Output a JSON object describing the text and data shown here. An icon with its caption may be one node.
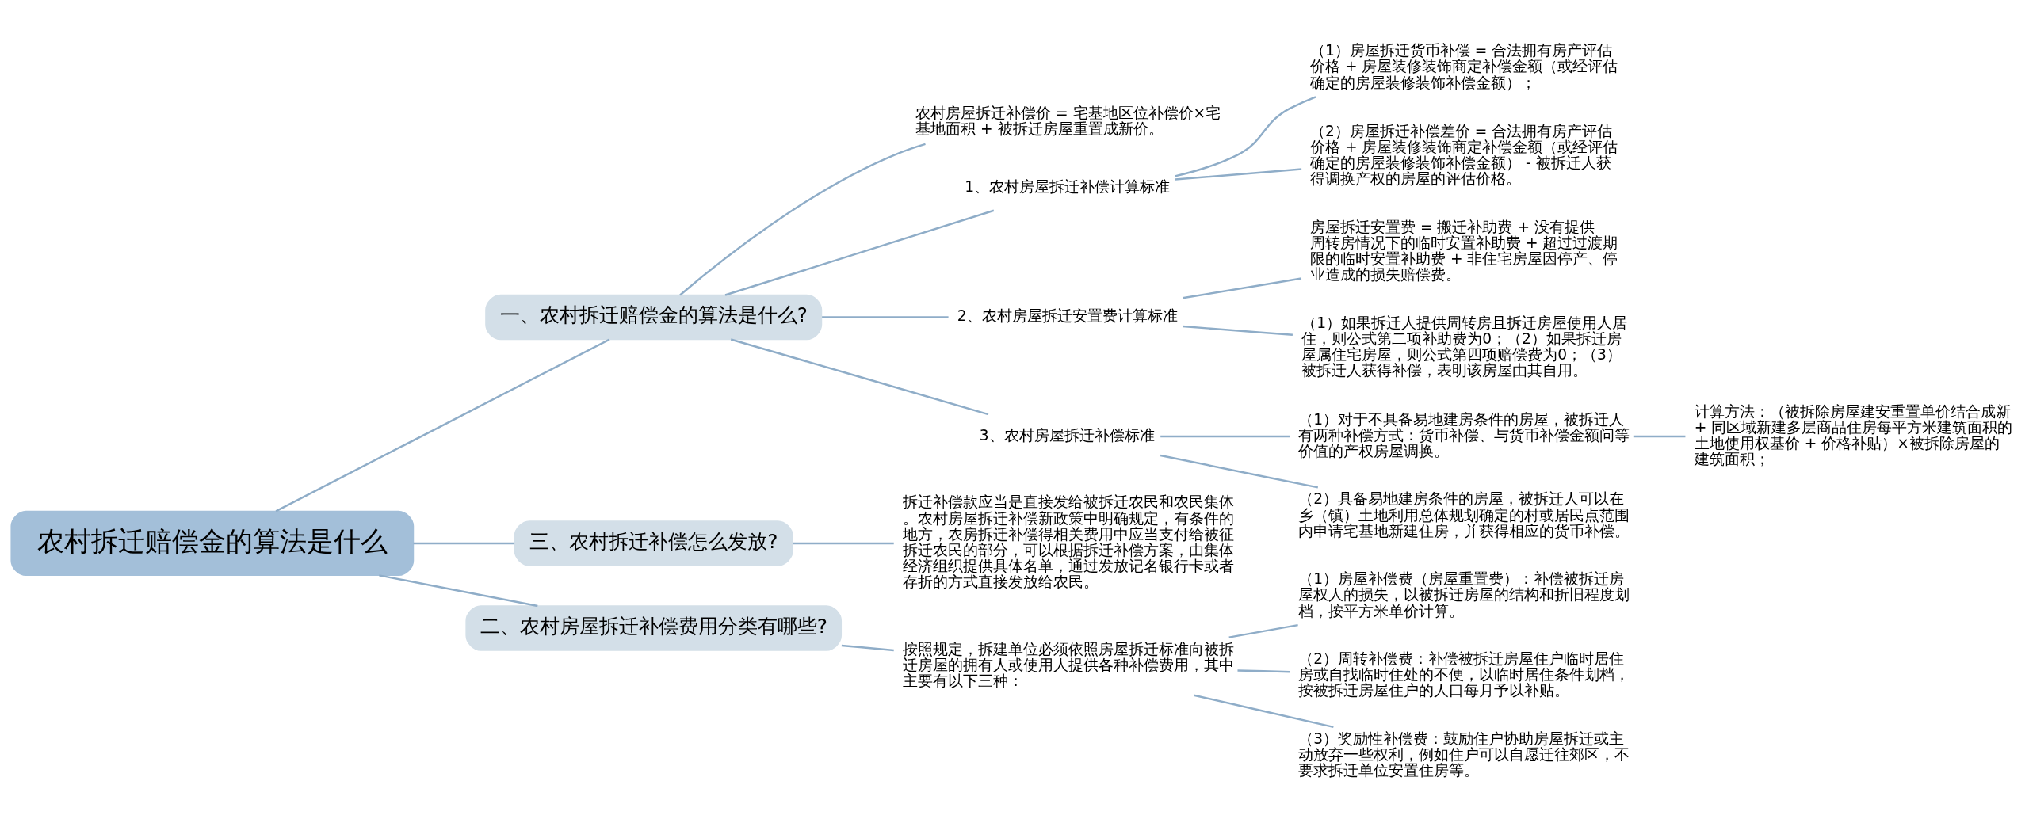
{
  "diagram": {
    "nodes": [
      {
        "text": [
          "农村拆迁赔偿金的算法是什么"
        ]
      },
      {
        "text": [
          "一、农村拆迁赔偿金的算法是什么?"
        ]
      },
      {
        "text": [
          "农村房屋拆迁补偿价 = 宅基地区位补偿价×宅基地面积 + 被拆迁房屋重置成新价。"
        ]
      },
      {
        "text": [
          "1、农村房屋拆迁补偿计算标准"
        ]
      },
      {
        "text": [
          "（1）房屋拆迁货币补偿 = 合法拥有房产评估价格 + 房屋装修装饰商定补偿金额（或经评估确定的房屋装修装饰补偿金额）；"
        ]
      },
      {
        "text": [
          "（2）房屋拆迁补偿差价 = 合法拥有房产评估价格 + 房屋装修装饰商定补偿金额（或经评估确定的房屋装修装饰补偿金额） - 被拆迁人获得调换产权的房屋的评估价格。"
        ]
      },
      {
        "text": [
          "2、农村房屋拆迁安置费计算标准"
        ]
      },
      {
        "text": [
          "房屋拆迁安置费 = 搬迁补助费 + 没有提供周转房情况下的临时安置补助费 + 超过过渡期限的临时安置补助费 + 非住宅房屋因停产、停业造成的损失赔偿费。"
        ]
      },
      {
        "text": [
          "（1）如果拆迁人提供周转房且拆迁房屋使用人居住，则公式第二项补助费为0；（2）如果拆迁房屋属住宅房屋，则公式第四项赔偿费为0；（3）被拆迁人获得补偿，表明该房屋由其自用。"
        ]
      },
      {
        "text": [
          "3、农村房屋拆迁补偿标准"
        ]
      },
      {
        "text": [
          "（1）对于不具备易地建房条件的房屋，被拆迁人有两种补偿方式：货币补偿、与货币补偿金额问等价值的产权房屋调换。"
        ]
      },
      {
        "text": [
          "计算方法：（被拆除房屋建安重置单价结合成新 + 同区域新建多层商品住房每平方米建筑面积的土地使用权基价 + 价格补贴）×被拆除房屋的建筑面积；"
        ]
      },
      {
        "text": [
          "（2）具备易地建房条件的房屋，被拆迁人可以在乡（镇）土地利用总体规划确定的村或居民点范围内申请宅基地新建住房，并获得相应的货币补偿。"
        ]
      },
      {
        "text": [
          "三、农村拆迁补偿怎么发放?"
        ]
      },
      {
        "text": [
          "拆迁补偿款应当是直接发给被拆迁农民和农民集体。农村房屋拆迁补偿新政策中明确规定，有条件的地方，农房拆迁补偿得相关费用中应当支付给被征拆迁农民的部分，可以根据拆迁补偿方案，由集体经济组织提供具体名单，通过发放记名银行卡或者存折的方式直接发放给农民。"
        ]
      },
      {
        "text": [
          "二、农村房屋拆迁补偿费用分类有哪些?"
        ]
      },
      {
        "text": [
          "按照规定，拆建单位必须依照房屋拆迁标准向被拆迁房屋的拥有人或使用人提供各种补偿费用，其中主要有以下三种："
        ]
      },
      {
        "text": [
          "（1）房屋补偿费（房屋重置费）：补偿被拆迁房屋权人的损失，以被拆迁房屋的结构和折旧程度划档，按平方米单价计算。"
        ]
      },
      {
        "text": [
          "（2）周转补偿费：补偿被拆迁房屋住户临时居住房或自找临时住处的不便，以临时居住条件划档，按被拆迁房屋住户的人口每月予以补贴。"
        ]
      },
      {
        "text": [
          "（3）奖励性补偿费：鼓励住户协助房屋拆迁或主动放弃一些权利，例如住户可以自愿迁往郊区，不要求拆迁单位安置住房等。"
        ]
      }
    ],
    "edges": [
      {
        "from": 0,
        "to": 1,
        "arrow": "none"
      },
      {
        "from": 1,
        "to": 2,
        "arrow": "none"
      },
      {
        "from": 1,
        "to": 3,
        "arrow": "none"
      },
      {
        "from": 3,
        "to": 4,
        "arrow": "none"
      },
      {
        "from": 3,
        "to": 5,
        "arrow": "none"
      },
      {
        "from": 1,
        "to": 6,
        "arrow": "none"
      },
      {
        "from": 6,
        "to": 7,
        "arrow": "none"
      },
      {
        "from": 6,
        "to": 8,
        "arrow": "none"
      },
      {
        "from": 1,
        "to": 9,
        "arrow": "none"
      },
      {
        "from": 9,
        "to": 10,
        "arrow": "none"
      },
      {
        "from": 10,
        "to": 11,
        "arrow": "none"
      },
      {
        "from": 9,
        "to": 12,
        "arrow": "none"
      },
      {
        "from": 0,
        "to": 13,
        "arrow": "none"
      },
      {
        "from": 13,
        "to": 14,
        "arrow": "none"
      },
      {
        "from": 0,
        "to": 15,
        "arrow": "none"
      },
      {
        "from": 15,
        "to": 16,
        "arrow": "none"
      },
      {
        "from": 16,
        "to": 17,
        "arrow": "none"
      },
      {
        "from": 16,
        "to": 18,
        "arrow": "none"
      },
      {
        "from": 16,
        "to": 19,
        "arrow": "none"
      }
    ]
  }
}
